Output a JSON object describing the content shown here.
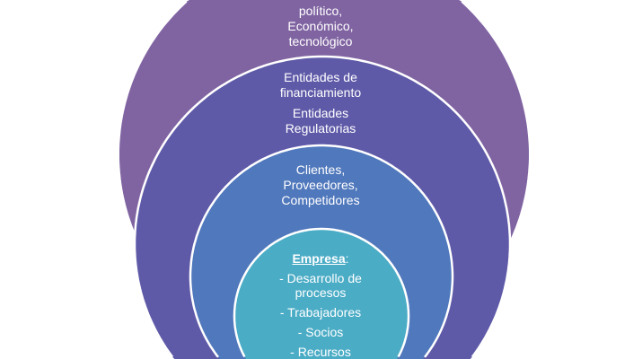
{
  "colors": {
    "outer": "#8064A2",
    "second": "#5F5AA8",
    "third": "#5078BC",
    "inner": "#4BACC6",
    "stroke": "#FFFFFF"
  },
  "outer": {
    "lines": [
      "político,",
      "Económico,",
      "tecnológico"
    ]
  },
  "second": {
    "lines_a": [
      "Entidades de",
      "financiamiento"
    ],
    "lines_b": [
      "Entidades",
      "Regulatorias"
    ]
  },
  "third": {
    "lines": [
      "Clientes,",
      "Proveedores,",
      "Competidores"
    ]
  },
  "inner": {
    "title": "Empresa",
    "colon": ":",
    "items": [
      "- Desarrollo de",
      "procesos",
      "- Trabajadores",
      "- Socios",
      "- Recursos"
    ]
  }
}
